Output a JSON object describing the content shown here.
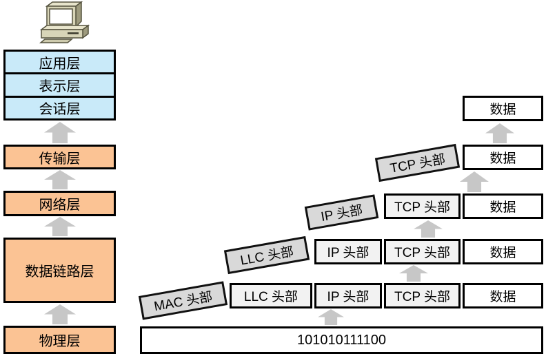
{
  "colors": {
    "layer_blue": "#C9EAF9",
    "layer_orange": "#FBC394",
    "tilted_gray": "#D9D9D9",
    "header_cell_gray": "#F2F2F2",
    "arrow_gray": "#C7C7C7",
    "border_black": "#000000"
  },
  "device": {
    "icon": "desktop-computer-icon"
  },
  "osi_layers": [
    {
      "label": "应用层",
      "group": "upper"
    },
    {
      "label": "表示层",
      "group": "upper"
    },
    {
      "label": "会话层",
      "group": "upper"
    },
    {
      "label": "传输层",
      "group": "lower"
    },
    {
      "label": "网络层",
      "group": "lower"
    },
    {
      "label": "数据链路层",
      "group": "lower"
    },
    {
      "label": "物理层",
      "group": "lower"
    }
  ],
  "encap": {
    "rows": [
      {
        "cells": [
          {
            "label": "数据"
          }
        ]
      },
      {
        "tilted": "TCP 头部",
        "cells": [
          {
            "label": "数据"
          }
        ]
      },
      {
        "tilted": "IP 头部",
        "cells": [
          {
            "label": "TCP 头部"
          },
          {
            "label": "数据"
          }
        ]
      },
      {
        "tilted": "LLC 头部",
        "cells": [
          {
            "label": "IP 头部"
          },
          {
            "label": "TCP 头部"
          },
          {
            "label": "数据"
          }
        ]
      },
      {
        "tilted": "MAC 头部",
        "cells": [
          {
            "label": "LLC 头部"
          },
          {
            "label": "IP 头部"
          },
          {
            "label": "TCP 头部"
          },
          {
            "label": "数据"
          }
        ]
      }
    ],
    "bitstream": "101010111100"
  }
}
